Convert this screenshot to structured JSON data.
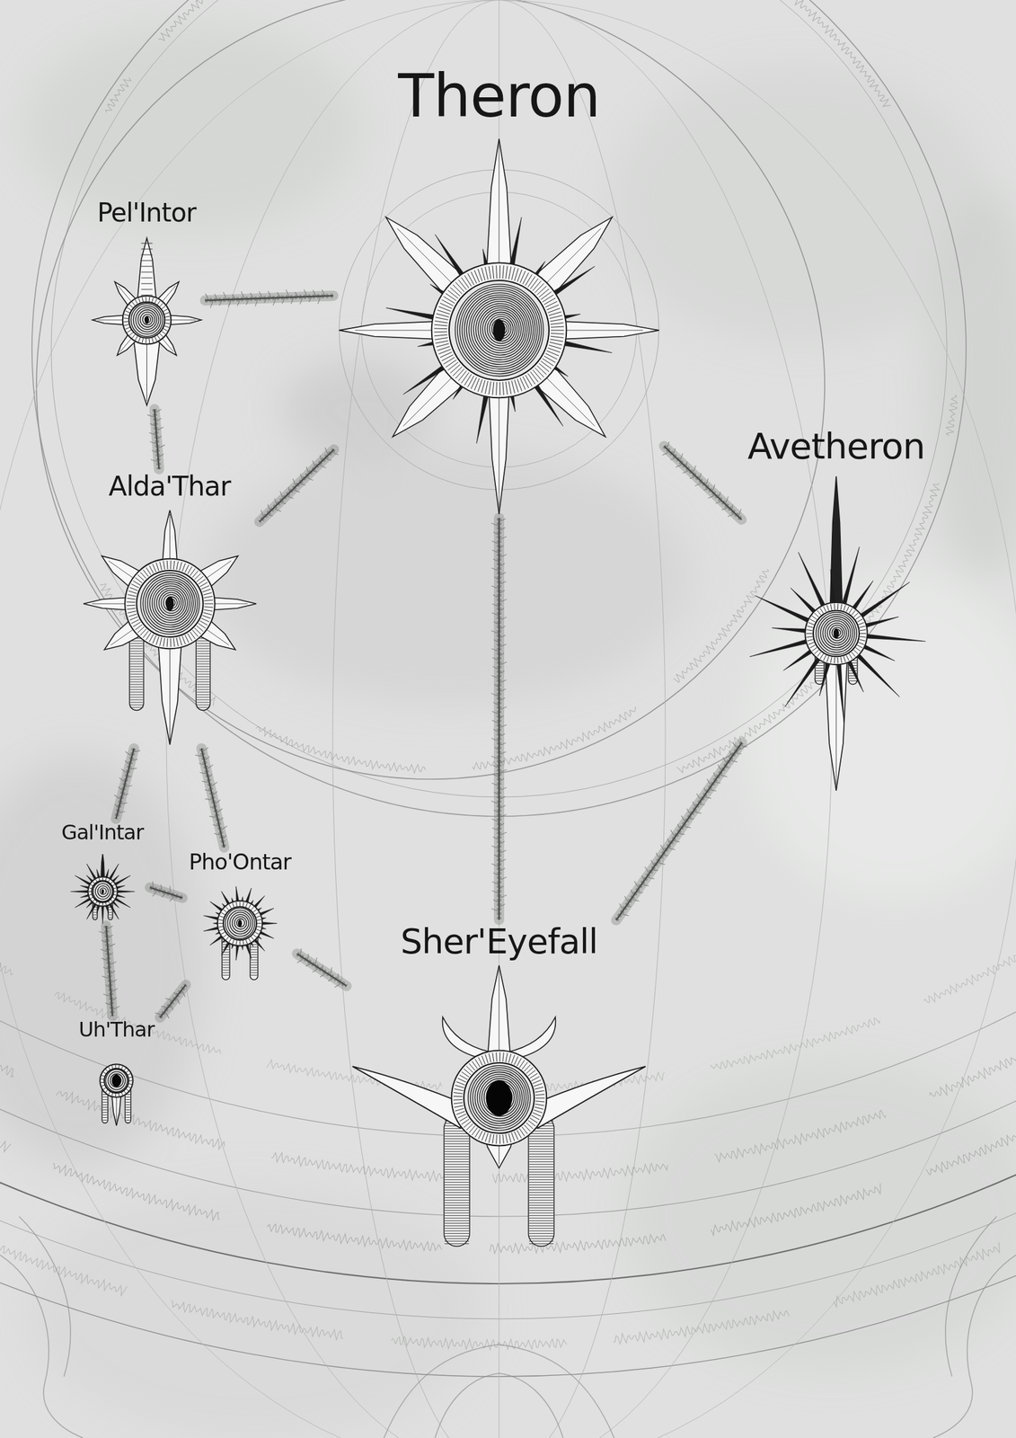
{
  "diagram": {
    "nodes": [
      {
        "text": [
          "Theron"
        ]
      },
      {
        "text": [
          "Pel'Intor"
        ]
      },
      {
        "text": [
          "Avetheron"
        ]
      },
      {
        "text": [
          "Alda'Thar"
        ]
      },
      {
        "text": [
          "Gal'Intar"
        ]
      },
      {
        "text": [
          "Pho'Ontar"
        ]
      },
      {
        "text": [
          "Sher'Eyefall"
        ]
      },
      {
        "text": [
          "Uh'Thar"
        ]
      }
    ],
    "edges": [
      {
        "from": 1,
        "to": 0,
        "arrow": "none"
      },
      {
        "from": 0,
        "to": 3,
        "arrow": "none"
      },
      {
        "from": 0,
        "to": 2,
        "arrow": "none"
      },
      {
        "from": 0,
        "to": 6,
        "arrow": "none"
      },
      {
        "from": 2,
        "to": 6,
        "arrow": "none"
      },
      {
        "from": 1,
        "to": 3,
        "arrow": "none"
      },
      {
        "from": 3,
        "to": 4,
        "arrow": "none"
      },
      {
        "from": 3,
        "to": 5,
        "arrow": "none"
      },
      {
        "from": 4,
        "to": 5,
        "arrow": "none"
      },
      {
        "from": 4,
        "to": 7,
        "arrow": "none"
      },
      {
        "from": 7,
        "to": 5,
        "arrow": "none"
      },
      {
        "from": 5,
        "to": 6,
        "arrow": "none"
      }
    ]
  }
}
